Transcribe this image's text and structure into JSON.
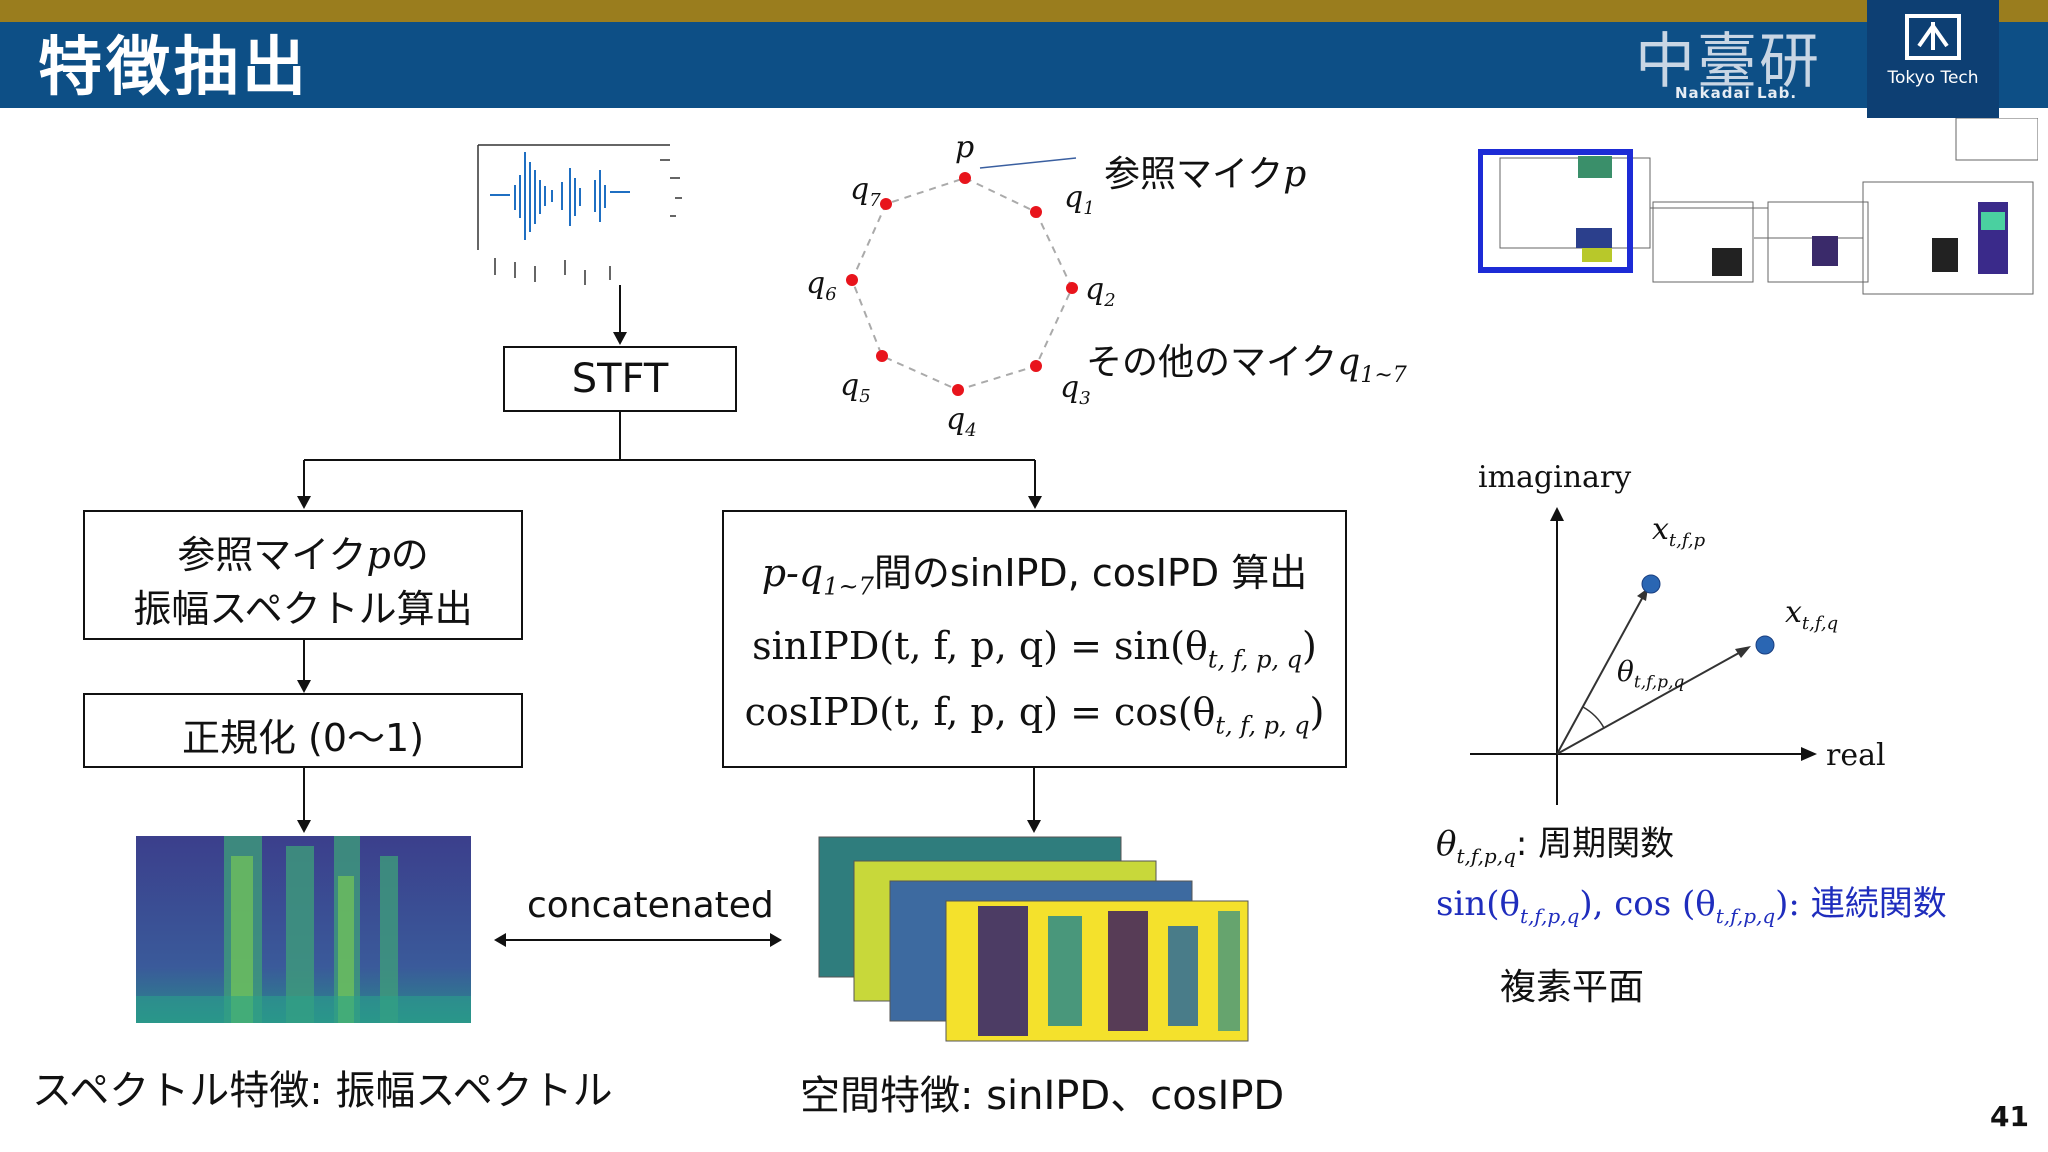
{
  "slide": {
    "title": "特徴抽出",
    "page_number": "41"
  },
  "logo": {
    "kanji": "中臺研",
    "lab_name": "Nakadai Lab.",
    "university": "Tokyo Tech"
  },
  "flow": {
    "stft_label": "STFT",
    "amp_box_line1": "参照マイク",
    "amp_box_p": "p",
    "amp_box_line1_tail": "の",
    "amp_box_line2": "振幅スペクトル算出",
    "norm_box": "正規化 (0〜1)",
    "ipd_box_title_prefix": "p-q",
    "ipd_box_title_sub": "1~7",
    "ipd_box_title_rest": "間のsinIPD, cosIPD 算出",
    "sin_formula_lhs": "sinIPD(t, f, p, q) = sin(θ",
    "sin_formula_sub": "t, f, p, q",
    "cos_formula_lhs": "cosIPD(t, f, p, q) = cos(θ",
    "cos_formula_sub": "t, f, p, q",
    "formula_close": ")",
    "concatenated_label": "concatenated"
  },
  "mic_array": {
    "center_label": "p",
    "ref_mic_label": "参照マイク",
    "ref_mic_var": "p",
    "other_mic_label": "その他のマイク",
    "other_mic_var": "q",
    "other_mic_sub": "1~7",
    "mics": [
      {
        "name": "q",
        "sub": "1"
      },
      {
        "name": "q",
        "sub": "2"
      },
      {
        "name": "q",
        "sub": "3"
      },
      {
        "name": "q",
        "sub": "4"
      },
      {
        "name": "q",
        "sub": "5"
      },
      {
        "name": "q",
        "sub": "6"
      },
      {
        "name": "q",
        "sub": "7"
      }
    ]
  },
  "captions": {
    "spectral": "スペクトル特徴: 振幅スペクトル",
    "spatial": "空間特徴: sinIPD、cosIPD"
  },
  "complex_plane": {
    "y_axis_label": "imaginary",
    "x_axis_label": "real",
    "point_p": "x",
    "point_p_sub": "t,f,p",
    "point_q": "x",
    "point_q_sub": "t,f,q",
    "angle_label": "θ",
    "angle_sub": "t,f,p,q",
    "caption": "複素平面",
    "periodic_label": "周期関数",
    "continuous_prefix": "sin(θ",
    "continuous_mid": "), cos (θ",
    "continuous_end": "): ",
    "continuous_label": "連続関数",
    "theta_symbol": "θ",
    "theta_sub": "t,f,p,q"
  },
  "colors": {
    "header_bg": "#0d4f86",
    "top_strip": "#9a7d1e",
    "mic_dot": "#e8141c",
    "blue_text": "#1f2dbd",
    "diagram_highlight": "#1d2bd6"
  }
}
